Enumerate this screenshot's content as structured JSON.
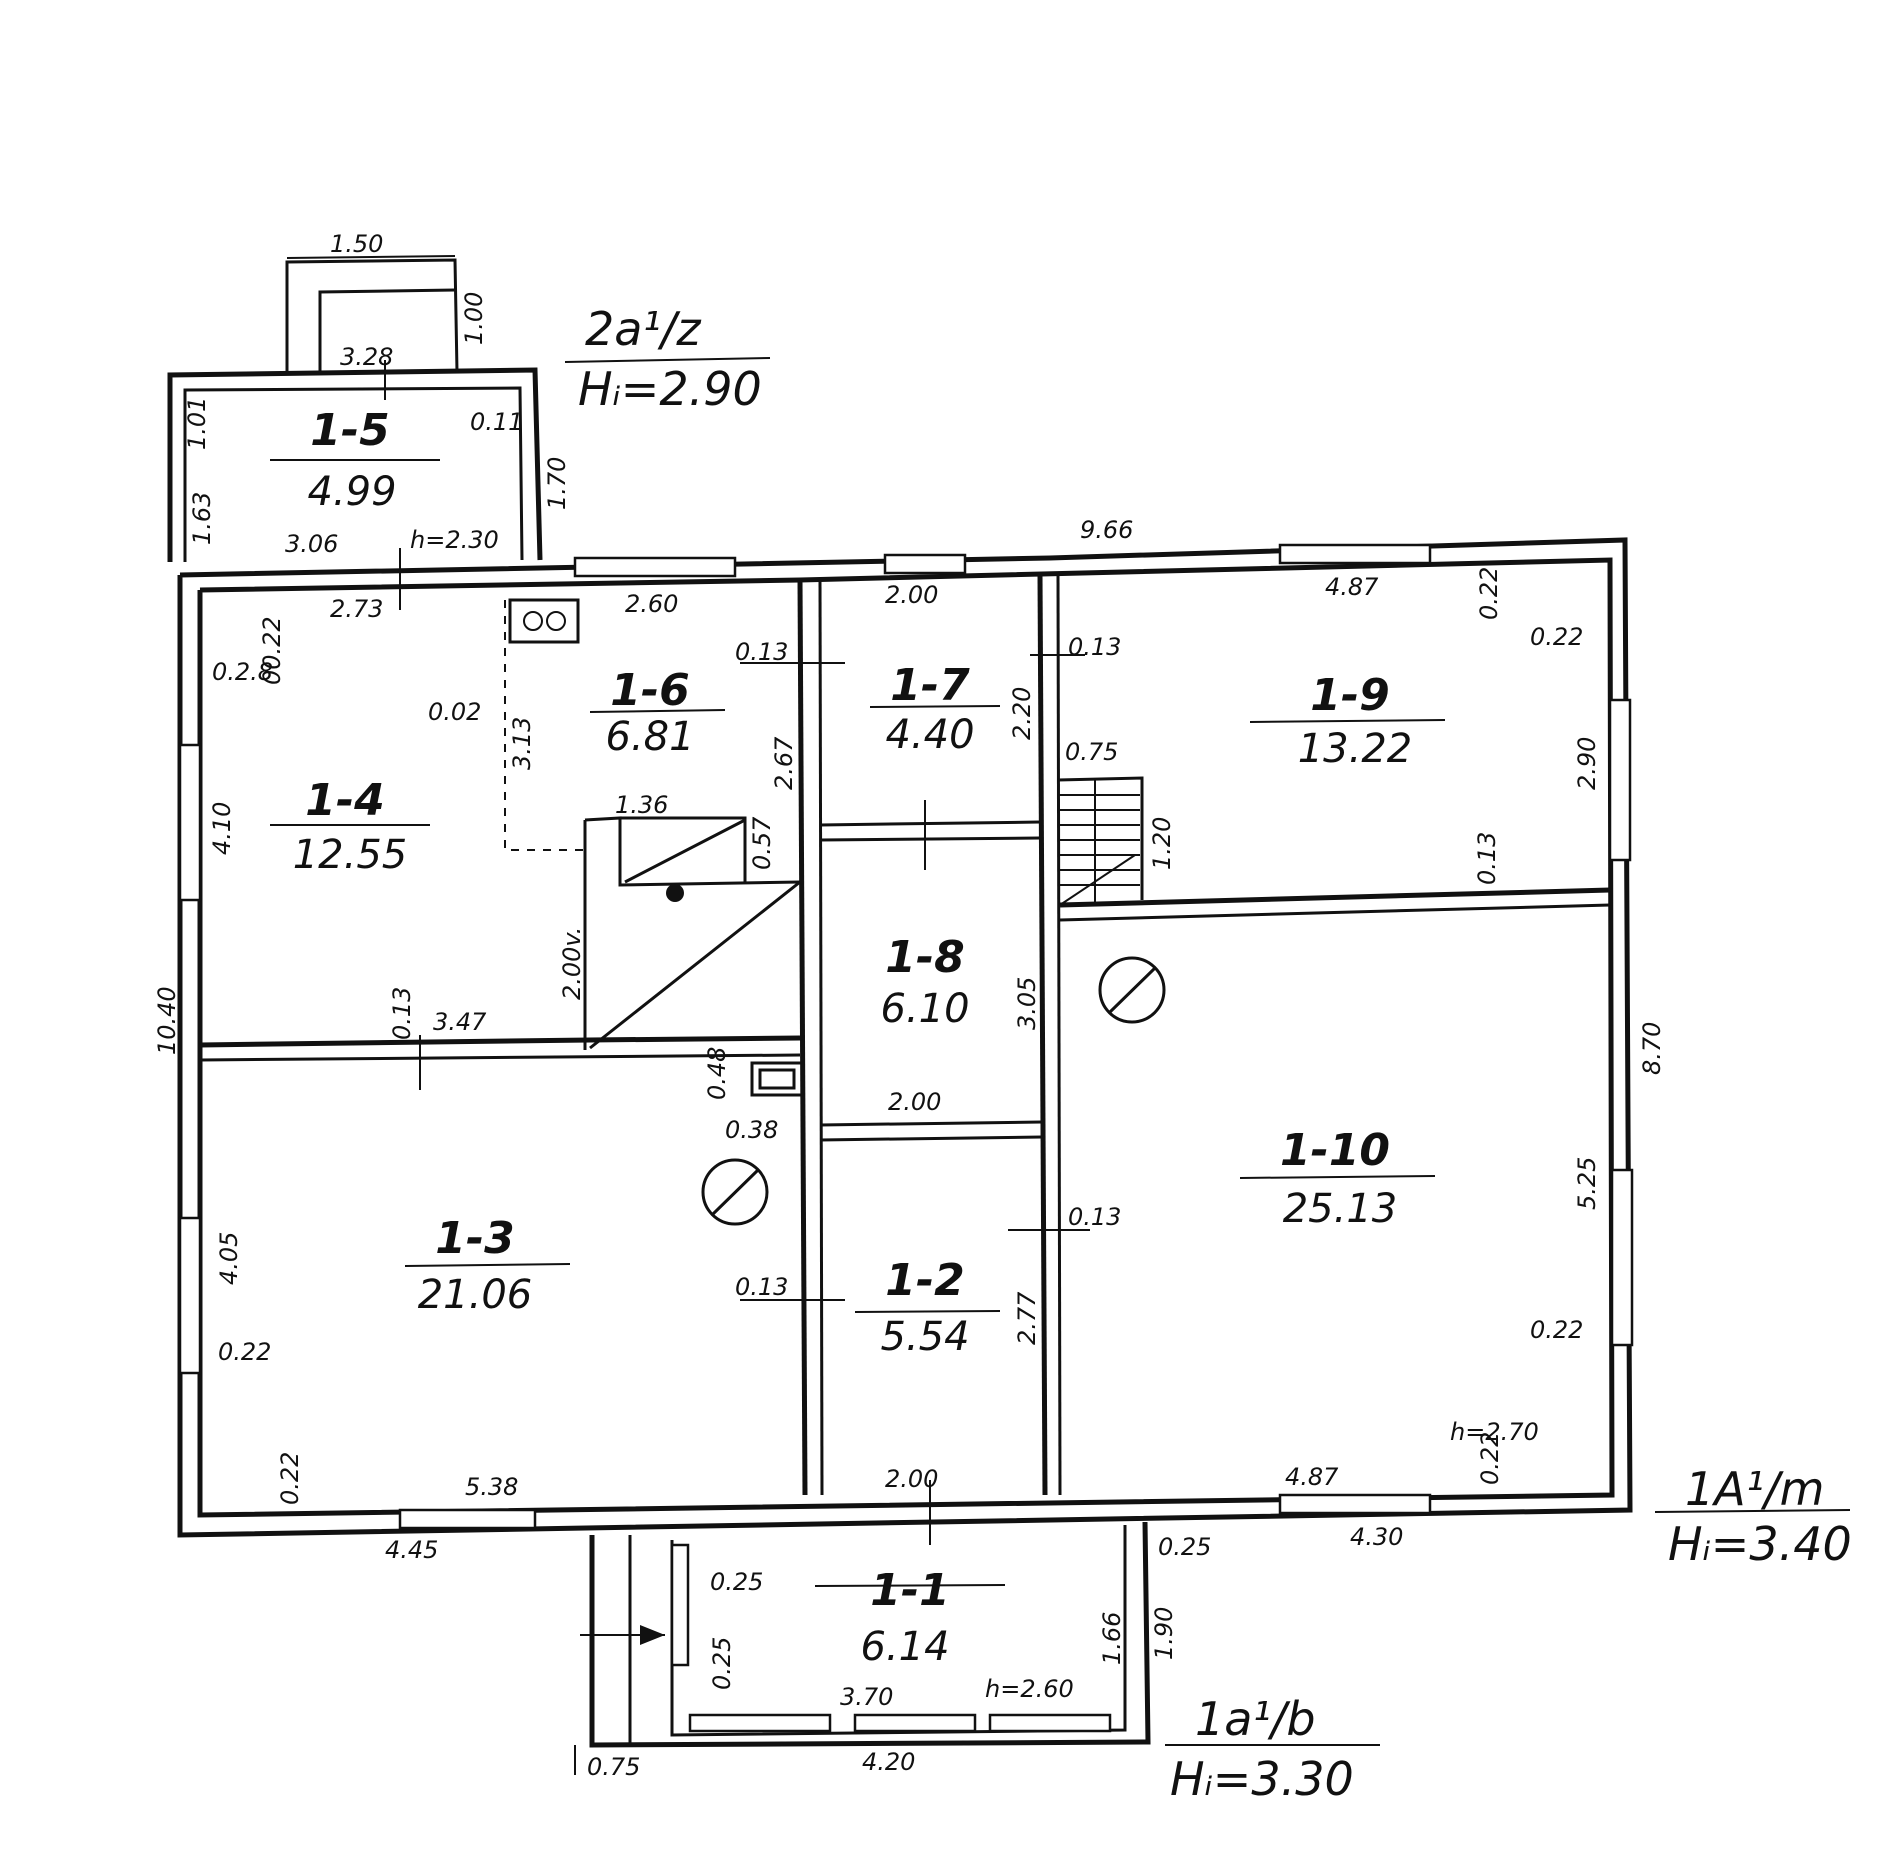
{
  "rooms": [
    {
      "id": "1-1",
      "area": "6.14"
    },
    {
      "id": "1-2",
      "area": "5.54"
    },
    {
      "id": "1-3",
      "area": "21.06"
    },
    {
      "id": "1-4",
      "area": "12.55"
    },
    {
      "id": "1-5",
      "area": "4.99"
    },
    {
      "id": "1-6",
      "area": "6.81"
    },
    {
      "id": "1-7",
      "area": "4.40"
    },
    {
      "id": "1-8",
      "area": "6.10"
    },
    {
      "id": "1-9",
      "area": "13.22"
    },
    {
      "id": "1-10",
      "area": "25.13"
    }
  ],
  "labels": {
    "upper_code": "2a¹/z",
    "upper_height": "Hᵢ=2.90",
    "main_code": "1A¹/m",
    "main_height": "Hᵢ=3.40",
    "porch_code": "1a¹/b",
    "porch_height": "Hᵢ=3.30"
  },
  "dims": {
    "d1_50": "1.50",
    "d1_00": "1.00",
    "d3_28": "3.28",
    "d1_63": "1.63",
    "d1_01": "1.01",
    "d0_11": "0.11",
    "d1_70": "1.70",
    "d3_06": "3.06",
    "h2_30": "h=2.30",
    "d2_73": "2.73",
    "d9_66": "9.66",
    "d2_60": "2.60",
    "d0_13a": "0.13",
    "d2_00a": "2.00",
    "d0_13b": "0.13",
    "d4_87a": "4.87",
    "d0_22a": "0.22",
    "d0_22b": "0.22",
    "d0_2b": "0.2.8",
    "d0_0_22": "00.22",
    "d0_02": "0.02",
    "d3_13": "3.13",
    "d2_67": "2.67",
    "d2_20": "2.20",
    "d0_75a": "0.75",
    "d1_20": "1.20",
    "d2_90": "2.90",
    "d1_36": "1.36",
    "d0_57": "0.57",
    "d4_10": "4.10",
    "d0_13c": "0.13",
    "d2_00v": "2.00v.",
    "d3_05": "3.05",
    "d8_70": "8.70",
    "d10_40": "10.40",
    "d0_13d": "0.13",
    "d3_47": "3.47",
    "d0_48": "0.48",
    "d0_38": "0.38",
    "d2_00b": "2.00",
    "d4_05": "4.05",
    "d0_13e": "0.13",
    "d0_13f": "0.13",
    "d2_77": "2.77",
    "d5_25": "5.25",
    "d0_22c": "0.22",
    "d0_22d": "0.22",
    "h2_70": "h=2.70",
    "d0_22e": "0.22",
    "d0_22f": "0.22",
    "d5_38": "5.38",
    "d2_00c": "2.00",
    "d4_87b": "4.87",
    "d4_45": "4.45",
    "d4_30": "4.30",
    "d0_25a": "0.25",
    "d0_25b": "0.25",
    "d1_66": "1.66",
    "d1_90": "1.90",
    "d0_25c": "0.25",
    "d3_70": "3.70",
    "h2_60": "h=2.60",
    "d0_75b": "0.75",
    "d4_20": "4.20"
  }
}
